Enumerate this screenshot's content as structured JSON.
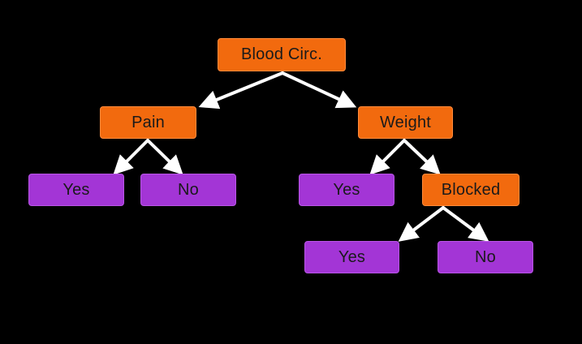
{
  "colors": {
    "background": "#000000",
    "decision_node": "#f26a0e",
    "leaf_node": "#a335d6",
    "arrow": "#ffffff"
  },
  "tree": {
    "root": {
      "label": "Blood Circ."
    },
    "pain": {
      "label": "Pain"
    },
    "weight": {
      "label": "Weight"
    },
    "pain_yes": {
      "label": "Yes"
    },
    "pain_no": {
      "label": "No"
    },
    "weight_yes": {
      "label": "Yes"
    },
    "blocked": {
      "label": "Blocked"
    },
    "blocked_yes": {
      "label": "Yes"
    },
    "blocked_no": {
      "label": "No"
    }
  },
  "edges": [
    {
      "from": "root",
      "to": "pain"
    },
    {
      "from": "root",
      "to": "weight"
    },
    {
      "from": "pain",
      "to": "pain_yes"
    },
    {
      "from": "pain",
      "to": "pain_no"
    },
    {
      "from": "weight",
      "to": "weight_yes"
    },
    {
      "from": "weight",
      "to": "blocked"
    },
    {
      "from": "blocked",
      "to": "blocked_yes"
    },
    {
      "from": "blocked",
      "to": "blocked_no"
    }
  ]
}
